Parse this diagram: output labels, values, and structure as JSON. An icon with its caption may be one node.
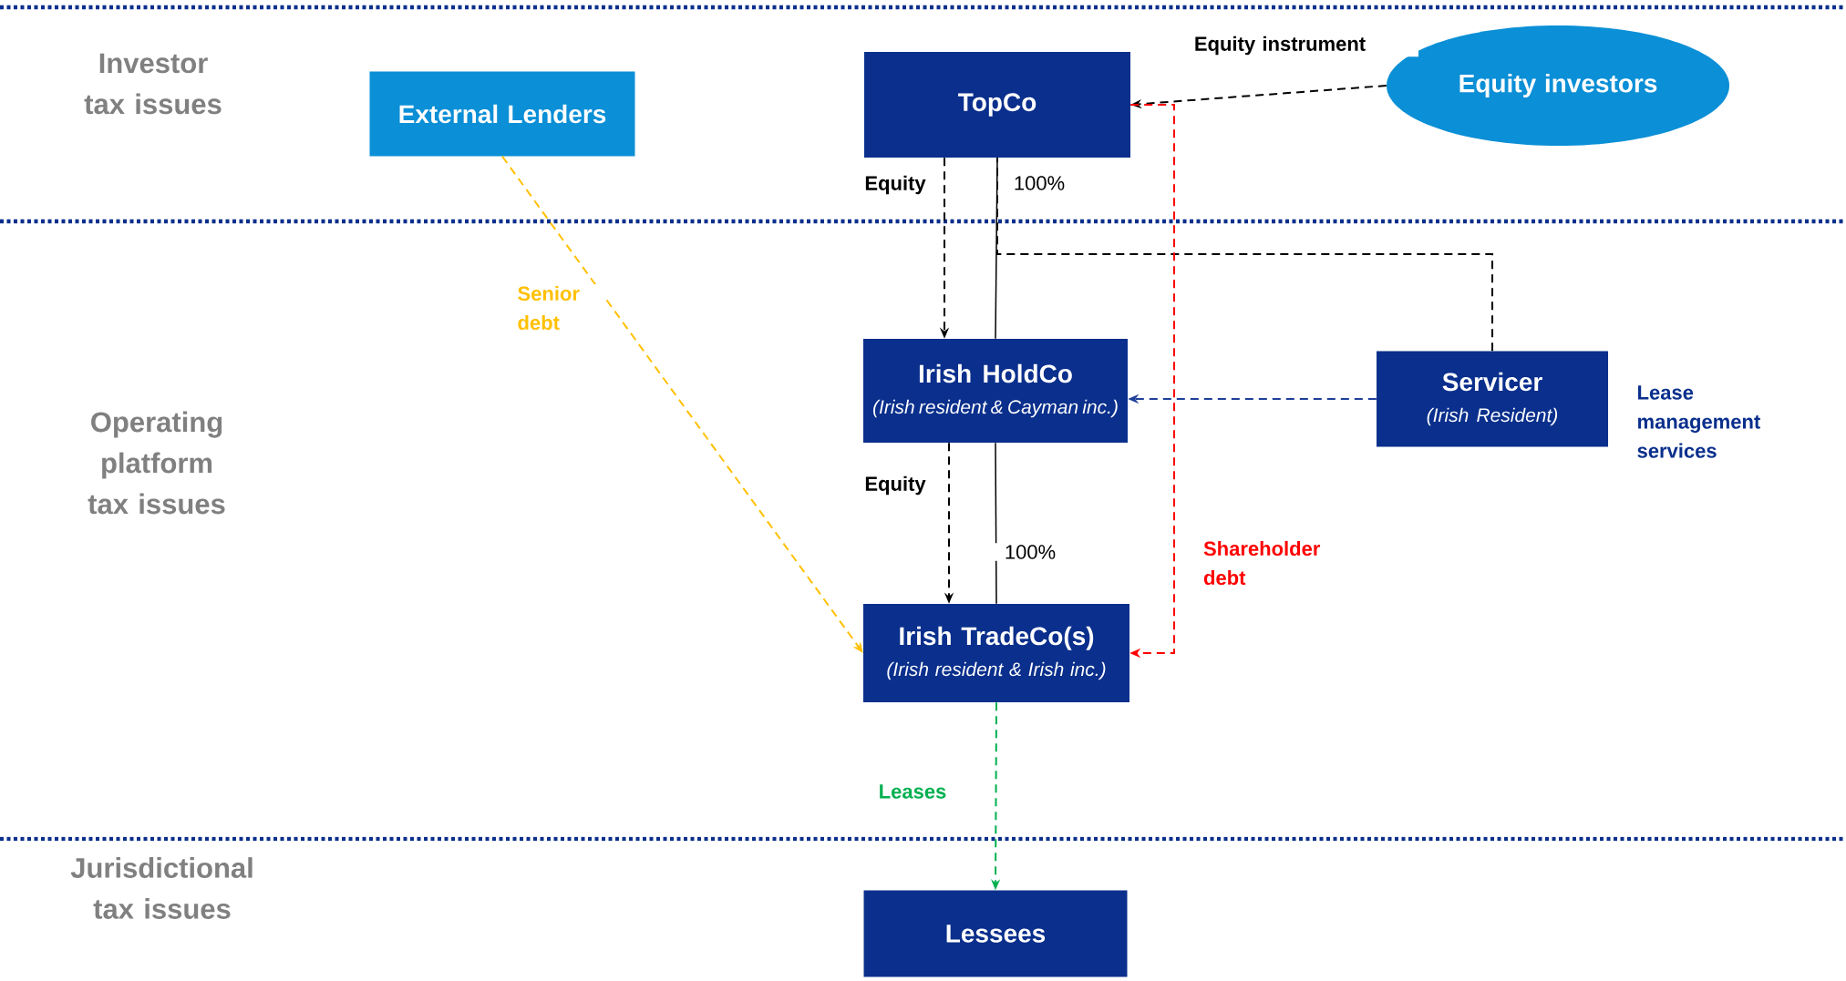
{
  "diagram": {
    "nodes": [
      {
        "text": [
          "External Lenders"
        ]
      },
      {
        "text": [
          "TopCo"
        ]
      },
      {
        "text": [
          "Equity investors"
        ]
      },
      {
        "text": [
          "Irish HoldCo",
          "(Irish resident & Cayman inc.)"
        ]
      },
      {
        "text": [
          "Servicer",
          "(Irish Resident)"
        ],
        "beside": [
          "Lease management services"
        ]
      },
      {
        "text": [
          "Irish TradeCo(s)",
          "(Irish resident & Irish inc.)"
        ]
      },
      {
        "text": [
          "Lessees"
        ]
      }
    ],
    "edges": [
      {
        "from": 2,
        "to": 1,
        "arrow": "to",
        "style": "dashed",
        "label": "Equity instrument"
      },
      {
        "from": 1,
        "to": 3,
        "arrow": "to",
        "style": "dashed",
        "label": "Equity"
      },
      {
        "from": 1,
        "to": 3,
        "arrow": "none",
        "label": "100%"
      },
      {
        "from": 3,
        "to": 5,
        "arrow": "to",
        "style": "dashed",
        "label": "Equity"
      },
      {
        "from": 3,
        "to": 5,
        "arrow": "none",
        "label": "100%"
      },
      {
        "from": 4,
        "to": 3,
        "arrow": "to",
        "style": "dashed",
        "color": "#1f3f99"
      },
      {
        "from": 4,
        "to": 1,
        "arrow": "none",
        "style": "dashed"
      },
      {
        "from": 1,
        "to": 5,
        "arrow": "to",
        "style": "dashed",
        "color": "#ff0000",
        "label": "Shareholder debt"
      },
      {
        "from": 0,
        "to": 5,
        "arrow": "to",
        "style": "dashed",
        "color": "#ffc000",
        "label": "Senior debt"
      },
      {
        "from": 5,
        "to": 6,
        "arrow": "to",
        "style": "dashed",
        "color": "#00b050",
        "label": "Leases"
      }
    ],
    "labels": [
      "Investor tax issues",
      "Operating platform tax issues",
      "Jurisdictional tax issues"
    ]
  }
}
